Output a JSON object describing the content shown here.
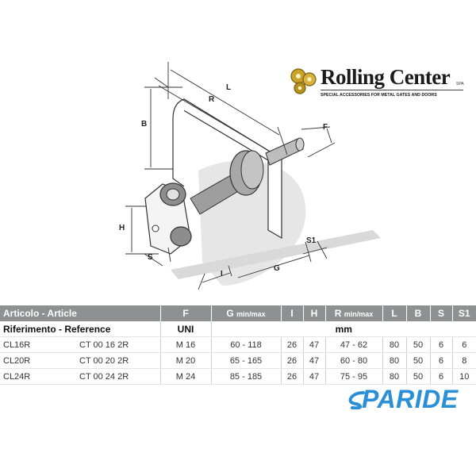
{
  "drawing": {
    "dimension_labels": {
      "L": "L",
      "R": "R",
      "B": "B",
      "F": "F",
      "H": "H",
      "S": "S",
      "S1": "S1",
      "I": "I",
      "G": "G"
    }
  },
  "logo": {
    "name": "Rolling Center",
    "spa": "SPA",
    "tagline": "SPECIAL ACCESSORIES FOR METAL GATES AND DOORS"
  },
  "table": {
    "headers": {
      "article": "Articolo - Article",
      "f": "F",
      "g": "G",
      "g_sub": "min/max",
      "i": "I",
      "h": "H",
      "r": "R",
      "r_sub": "min/max",
      "l": "L",
      "b": "B",
      "s": "S",
      "s1": "S1"
    },
    "subheader": {
      "reference": "Riferimento - Reference",
      "uni": "UNI",
      "mm": "mm"
    },
    "rows": [
      {
        "code": "CL16R",
        "ref": "CT 00 16 2R",
        "f": "M 16",
        "g": "60 - 118",
        "i": "26",
        "h": "47",
        "r": "47 - 62",
        "l": "80",
        "b": "50",
        "s": "6",
        "s1": "6"
      },
      {
        "code": "CL20R",
        "ref": "CT 00 20 2R",
        "f": "M 20",
        "g": "65 - 165",
        "i": "26",
        "h": "47",
        "r": "60 - 80",
        "l": "80",
        "b": "50",
        "s": "6",
        "s1": "8"
      },
      {
        "code": "CL24R",
        "ref": "CT 00 24 2R",
        "f": "M 24",
        "g": "85 - 185",
        "i": "26",
        "h": "47",
        "r": "75 - 95",
        "l": "80",
        "b": "50",
        "s": "6",
        "s1": "10"
      }
    ]
  },
  "brand": {
    "name": "PARIDE"
  },
  "colors": {
    "header_bg": "#8f9092",
    "brand_blue": "#2a8fd6",
    "logo_gold": "#c9a227"
  }
}
